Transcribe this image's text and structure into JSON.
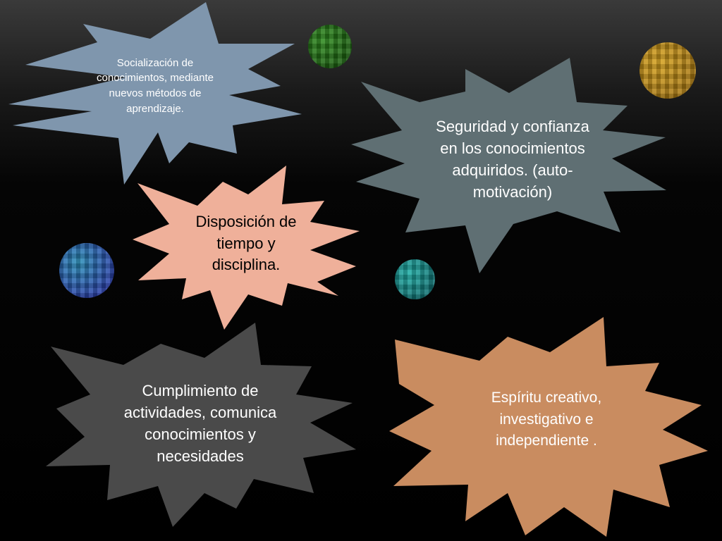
{
  "slide": {
    "background": "#000000"
  },
  "bursts": [
    {
      "id": "socializacion",
      "text": "Socialización de conocimientos, mediante nuevos métodos de aprendizaje.",
      "fill": "#7f96ad",
      "text_color": "#ffffff"
    },
    {
      "id": "seguridad",
      "text": "Seguridad y confianza en los conocimientos adquiridos. (auto-motivación)",
      "fill": "#5f6f73",
      "text_color": "#ffffff"
    },
    {
      "id": "disposicion",
      "text": "Disposición de tiempo y disciplina.",
      "fill": "#efb09a",
      "text_color": "#000000"
    },
    {
      "id": "cumplimiento",
      "text": "Cumplimiento de actividades, comunica conocimientos y necesidades",
      "fill": "#4a4a4a",
      "text_color": "#ffffff"
    },
    {
      "id": "espiritu",
      "text": "Espíritu creativo, investigativo e independiente .",
      "fill": "#c98c60",
      "text_color": "#ffffff"
    }
  ],
  "orbs": [
    {
      "id": "green",
      "color_a": "#2e8b1e",
      "color_b": "#1b5e10"
    },
    {
      "id": "gold",
      "color_a": "#d6a21e",
      "color_b": "#a87812"
    },
    {
      "id": "blue",
      "color_a": "#2a8fb8",
      "color_b": "#2a3fa8"
    },
    {
      "id": "teal",
      "color_a": "#20b0a8",
      "color_b": "#0f6f70"
    }
  ]
}
